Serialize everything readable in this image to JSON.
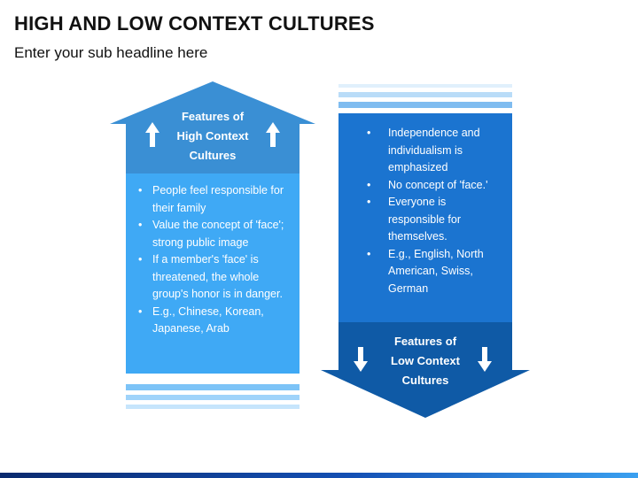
{
  "header": {
    "title": "HIGH AND LOW CONTEXT CULTURES",
    "subtitle": "Enter your sub headline here"
  },
  "high_context": {
    "label_lines": [
      "Features of",
      "High Context",
      "Cultures"
    ],
    "items": [
      "People feel responsible for their family",
      "Value the concept of 'face'; strong public image",
      "If a member's 'face' is threatened, the whole group's honor is in danger.",
      "E.g., Chinese, Korean, Japanese, Arab"
    ]
  },
  "low_context": {
    "label_lines": [
      "Features of",
      "Low Context",
      "Cultures"
    ],
    "items": [
      "Independence and individualism is emphasized",
      "No concept of 'face.'",
      "Everyone is responsible for themselves.",
      "E.g., English, North American, Swiss, German"
    ]
  },
  "icons": {
    "high": "arrow-up-icon",
    "low": "arrow-down-icon"
  },
  "colors": {
    "high_head": "#3a8fd4",
    "high_body": "#3fa9f5",
    "low_head": "#0f5aa6",
    "low_body": "#1b74d0"
  }
}
